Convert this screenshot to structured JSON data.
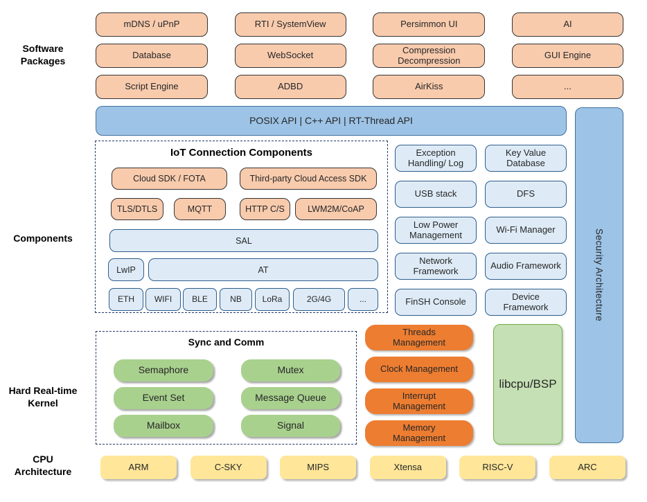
{
  "labels": {
    "software_packages": "Software Packages",
    "components": "Components",
    "kernel": "Hard Real-time Kernel",
    "cpu": "CPU Architecture"
  },
  "software_packages": {
    "rows": [
      [
        "mDNS / uPnP",
        "RTI / SystemView",
        "Persimmon UI",
        "AI"
      ],
      [
        "Database",
        "WebSocket",
        "Compression Decompression",
        "GUI Engine"
      ],
      [
        "Script Engine",
        "ADBD",
        "AirKiss",
        "..."
      ]
    ]
  },
  "api_bar": {
    "text": "POSIX API | C++ API | RT-Thread API"
  },
  "security_bar": {
    "text": "Security Architecture"
  },
  "iot": {
    "title": "IoT Connection Components",
    "sdk_row": [
      "Cloud SDK / FOTA",
      "Third-party Cloud Access SDK"
    ],
    "protocol_row": [
      "TLS/DTLS",
      "MQTT",
      "HTTP C/S",
      "LWM2M/CoAP"
    ],
    "sal": "SAL",
    "lwip": "LwIP",
    "at": "AT",
    "link_row": [
      "ETH",
      "WIFI",
      "BLE",
      "NB",
      "LoRa",
      "2G/4G",
      "..."
    ]
  },
  "utilities": {
    "rows": [
      [
        "Exception Handling/ Log",
        "Key Value Database"
      ],
      [
        "USB stack",
        "DFS"
      ],
      [
        "Low Power Management",
        "Wi-Fi Manager"
      ],
      [
        "Network Framework",
        "Audio Framework"
      ],
      [
        "FinSH Console",
        "Device Framework"
      ]
    ]
  },
  "kernel": {
    "sync_title": "Sync and Comm",
    "sync_rows": [
      [
        "Semaphore",
        "Mutex"
      ],
      [
        "Event Set",
        "Message Queue"
      ],
      [
        "Mailbox",
        "Signal"
      ]
    ],
    "management": [
      "Threads Management",
      "Clock Management",
      "Interrupt Management",
      "Memory Management"
    ],
    "libcpu": "libcpu/BSP"
  },
  "cpu": {
    "items": [
      "ARM",
      "C-SKY",
      "MIPS",
      "Xtensa",
      "RISC-V",
      "ARC"
    ]
  },
  "colors": {
    "package_fill": "#F8CBAD",
    "api_bar_fill": "#9DC3E6",
    "api_bar_border": "#41719C",
    "component_fill": "#DEEBF7",
    "component_border": "#2E5C8A",
    "ipc_fill": "#A9D18E",
    "management_fill": "#ED7D31",
    "libcpu_fill": "#C5E0B4",
    "cpu_fill": "#FFE699",
    "dash_border": "#1F3864"
  }
}
